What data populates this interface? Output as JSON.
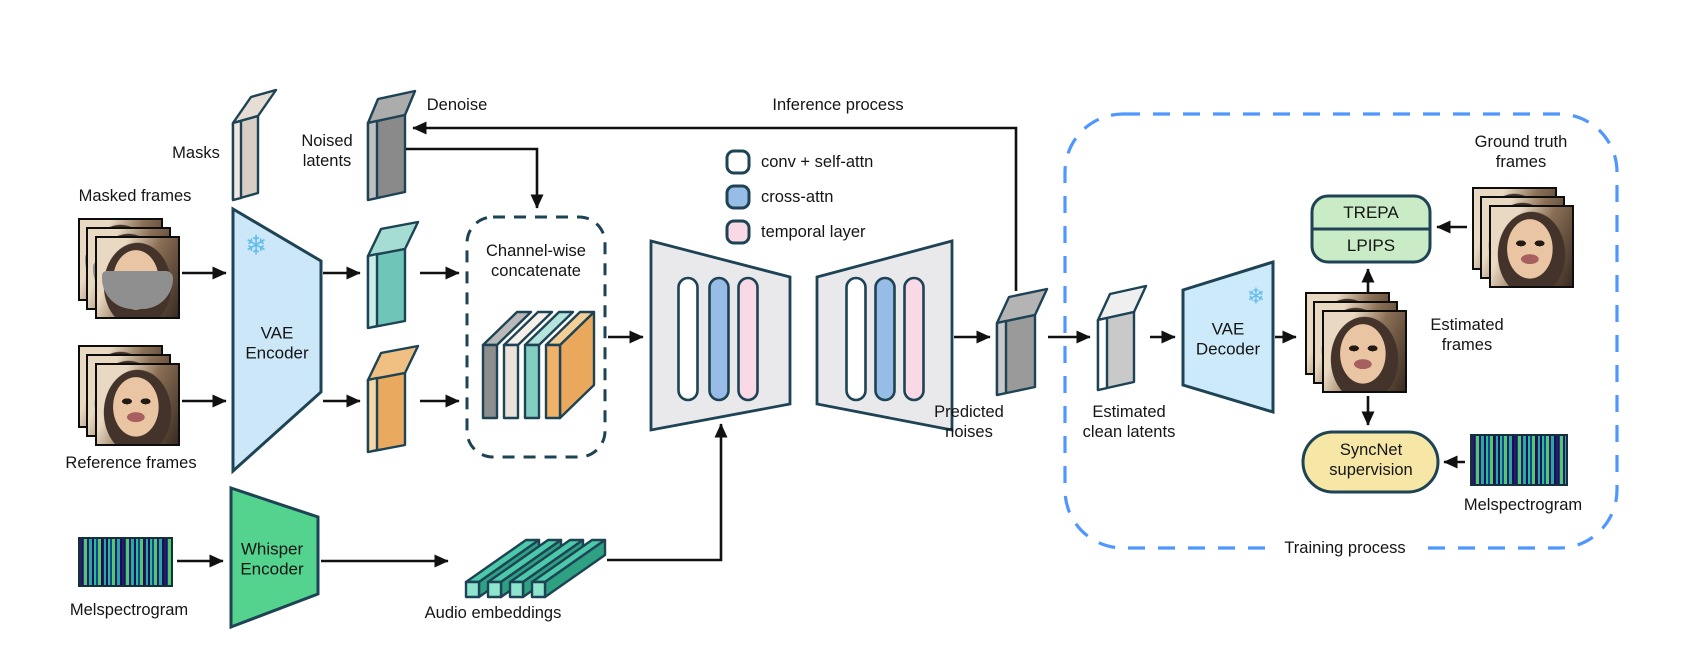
{
  "labels": {
    "masks": "Masks",
    "noised_latents": "Noised latents",
    "denoise": "Denoise",
    "inference_process": "Inference process",
    "masked_frames": "Masked frames",
    "reference_frames": "Reference frames",
    "vae_encoder": "VAE Encoder",
    "channel_concat": "Channel-wise concatenate",
    "whisper_encoder": "Whisper Encoder",
    "melspectrogram_left": "Melspectrogram",
    "audio_embeddings": "Audio embeddings",
    "predicted_noises": "Predicted noises",
    "estimated_clean_latents": "Estimated clean latents",
    "vae_decoder": "VAE Decoder",
    "estimated_frames": "Estimated frames",
    "ground_truth_frames": "Ground truth frames",
    "trepa": "TREPA",
    "lpips": "LPIPS",
    "syncnet_supervision": "SyncNet supervision",
    "melspectrogram_right": "Melspectrogram",
    "training_process": "Training process"
  },
  "legend": {
    "items": [
      {
        "label": "conv + self-attn",
        "swatch": "white"
      },
      {
        "label": "cross-attn",
        "swatch": "blue"
      },
      {
        "label": "temporal layer",
        "swatch": "pink"
      }
    ]
  },
  "icons": {
    "frozen": "❄"
  },
  "palette": {
    "border_navy": "#1d4354",
    "arrow_black": "#111111",
    "text_dark": "#151515",
    "vae_blue": "#cbe7f8",
    "decoder_blue": "#cdeafa",
    "whisper_green": "#53d38d",
    "unet_gray": "#e9e9eb",
    "bar_white": "#ffffff",
    "bar_blue": "#97bce6",
    "bar_pink": "#f9d9e6",
    "mask_beige": "#d9cec5",
    "mask_beige_light": "#efe8e2",
    "mask_beige_top": "#e6ddd5",
    "noise_gray": "#8a8a8a",
    "noise_gray_light": "#c0c0c0",
    "noise_gray_top": "#acacac",
    "latent_teal": "#6fc5b7",
    "latent_teal_light": "#c9eee8",
    "latent_teal_top": "#a5ddd3",
    "latent_orange": "#e9a95e",
    "latent_orange_light": "#f6d7a8",
    "latent_orange_top": "#f0c083",
    "pred_gray": "#9a9a9a",
    "pred_gray_light": "#c8c8c8",
    "pred_gray_top": "#b4b4b4",
    "clean_gray": "#c9c9c9",
    "clean_gray_light": "#fdfdfd",
    "clean_gray_top": "#efefef",
    "concat_gray": "#8e8e8e",
    "concat_gray_top": "#b9b9b9",
    "concat_beige": "#ede2da",
    "concat_beige_top": "#f7f0ea",
    "concat_teal": "#82cec1",
    "concat_teal_top": "#b4e4db",
    "concat_orange": "#f0b269",
    "concat_orange_top": "#f4ce97",
    "concat_orange_side": "#e9a85c",
    "rod_teal": "#4cc9a9",
    "rod_teal_dark": "#2ea183",
    "rod_teal_light": "#8fe4cd",
    "trepa_green": "#c9ebc5",
    "syncnet_yellow": "#f6e7a6",
    "training_blue": "#4f96ff",
    "snowflake_blue": "#62bcea"
  }
}
